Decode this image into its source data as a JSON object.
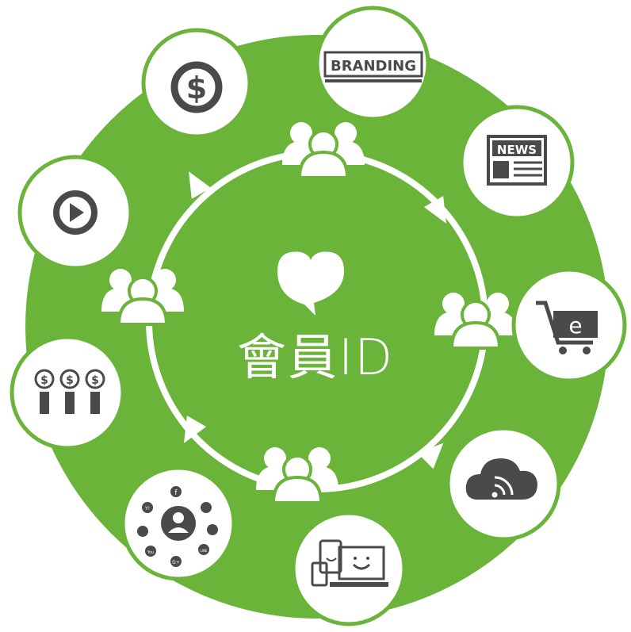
{
  "center": {
    "label": "會員ID"
  },
  "colors": {
    "green": "#6ab43a",
    "gray": "#4a4a4a",
    "white": "#ffffff"
  },
  "outer_icons": [
    {
      "name": "dollar-icon"
    },
    {
      "name": "branding-icon",
      "text": "BRANDING"
    },
    {
      "name": "news-icon",
      "text": "NEWS"
    },
    {
      "name": "ecommerce-cart-icon",
      "text": "e"
    },
    {
      "name": "cloud-rss-icon"
    },
    {
      "name": "devices-icon"
    },
    {
      "name": "social-profile-icon"
    },
    {
      "name": "sponsors-icon"
    },
    {
      "name": "play-icon"
    }
  ],
  "social_badges": [
    "f",
    "Y!",
    "G+",
    "You",
    "LINE"
  ]
}
